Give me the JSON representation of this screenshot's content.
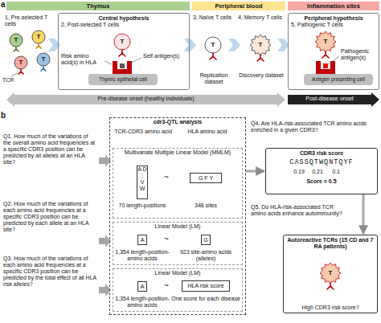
{
  "diagram": {
    "nodes": [
      {
        "text": [
          "Thymus"
        ]
      },
      {
        "text": [
          "Peripheral blood"
        ]
      },
      {
        "text": [
          "Inflammation sites"
        ]
      },
      {
        "text": [
          "Central hypothesis",
          "2, Post-selected T cells"
        ]
      },
      {
        "text": [
          "Peripheral hypothesis",
          "5, Pathogenic T cells"
        ]
      },
      {
        "text": [
          "Thymic epithelial cell"
        ],
        "in": 3
      },
      {
        "text": [
          "Antigen presenting cell"
        ],
        "in": 4
      },
      {
        "text": [
          "cdr3-QTL analysis"
        ]
      },
      {
        "text": [
          "Multivariate Multiple Linear Model (MMLM)"
        ],
        "in": 7
      },
      {
        "text": [
          "A D ⋮ V W"
        ],
        "in": 8
      },
      {
        "text": [
          "G F Y"
        ],
        "in": 8
      },
      {
        "text": [
          "Linear Model (LM)"
        ],
        "in": 7
      },
      {
        "text": [
          "A"
        ],
        "in": 11
      },
      {
        "text": [
          "G"
        ],
        "in": 11
      },
      {
        "text": [
          "Linear Model (LM)"
        ],
        "in": 7
      },
      {
        "text": [
          "A"
        ],
        "in": 14
      },
      {
        "text": [
          "HLA risk score"
        ],
        "in": 14
      },
      {
        "text": [
          "CDR3 risk score"
        ]
      },
      {
        "text": [
          "Autoreactive TCRs (15 CD and 7 RA patients)",
          "High CDR3 risk score?"
        ]
      }
    ],
    "edges": [
      {
        "from": 7,
        "to": 17,
        "arrow": "to"
      },
      {
        "from": 17,
        "to": 18,
        "arrow": "to"
      }
    ],
    "labels": [
      "a",
      "1, Pre-selected T cells",
      "T",
      "T",
      "T",
      "T",
      "TCR",
      "T",
      "Risk amino acid(s) in HLA",
      "Self antigen(s)",
      "3, Naïve T cells",
      "T",
      "Replication dataset",
      "4, Memory T cells",
      "T",
      "Discovery dataset",
      "T",
      "Pathogenic antigen(s)",
      "Pre-disease onset (healthy individuals)",
      "Post-disease onset",
      "b",
      "Q1. How much of the variations of the overall amino acid frequencies at a specific CDR3 position can be predicted by all alleles at an HLA site?",
      "Q2. How much of the variations of each amino acid frequencies at a specific CDR3 position can be predicted by each allele at an HLA site?",
      "Q3. How much of the variations of each amino acid frequencies at a specific CDR3 position can be predicted by the total effect of all HLA risk alleles?",
      "TCR-CDR3 amino acid",
      "HLA amino acid",
      "~",
      "70 length-positions",
      "348 sites",
      "~",
      "1,354 length-position-amino acids",
      "923 site-amino acids (alleles)",
      "~",
      "1,354 length-position-amino acids",
      "One score for each disease",
      "Q4. Are HLA-risk-associated TCR amino acids enriched in a given CDR3?",
      "CASSQTWQNTQYF",
      "0.19",
      "0.21",
      "0.1",
      "Score = 0.5",
      "Q5. Do HLA-risk-associated TCR amino acids enhance autoimmunity?",
      "T"
    ]
  }
}
